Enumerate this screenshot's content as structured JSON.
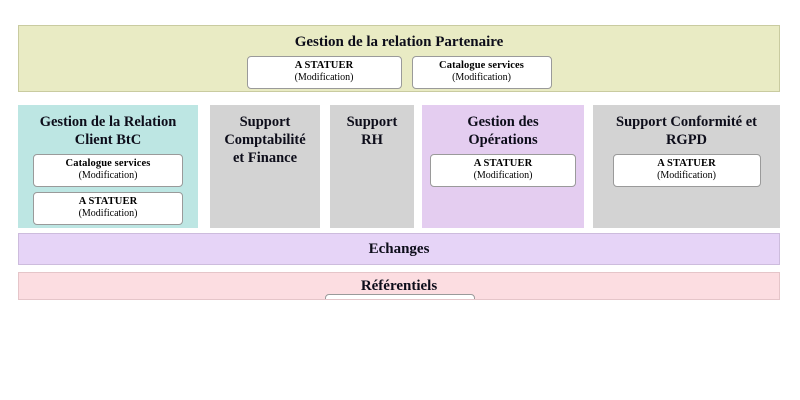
{
  "diagram": {
    "title_visible": false,
    "colors": {
      "partner_band": "#e9ebc4",
      "client_panel": "#bde6e3",
      "support_panel": "#d3d3d3",
      "operations_panel": "#e4cdf0",
      "echanges_band": "#e6d4f7",
      "referentiels_band": "#fcdde1",
      "leaf_box": "#ffffff",
      "leaf_border": "#9a9a9a",
      "text": "#0d0d1a"
    },
    "partner_band": {
      "label": "Gestion de la relation Partenaire",
      "items": [
        {
          "title": "A STATUER",
          "subtitle": "(Modification)"
        },
        {
          "title": "Catalogue services",
          "subtitle": "(Modification)"
        }
      ]
    },
    "domains": [
      {
        "label_line1": "Gestion de la Relation",
        "label_line2": "Client BtC",
        "color": "#bde6e3",
        "items": [
          {
            "title": "Catalogue services",
            "subtitle": "(Modification)"
          },
          {
            "title": "A STATUER",
            "subtitle": "(Modification)"
          }
        ]
      },
      {
        "label_line1": "Support",
        "label_line2": "Comptabilité",
        "label_line3": "et Finance",
        "color": "#d3d3d3",
        "items": []
      },
      {
        "label_line1": "Support",
        "label_line2": "RH",
        "color": "#d3d3d3",
        "items": []
      },
      {
        "label_line1": "Gestion des",
        "label_line2": "Opérations",
        "color": "#e4cdf0",
        "items": [
          {
            "title": "A STATUER",
            "subtitle": "(Modification)"
          }
        ]
      },
      {
        "label_line1": "Support Conformité et",
        "label_line2": "RGPD",
        "color": "#d3d3d3",
        "items": [
          {
            "title": "A STATUER",
            "subtitle": "(Modification)"
          }
        ]
      }
    ],
    "echanges_band": {
      "label": "Echanges"
    },
    "referentiels_band": {
      "label": "Référentiels",
      "clipped_item": {
        "title": "",
        "subtitle": ""
      }
    }
  }
}
